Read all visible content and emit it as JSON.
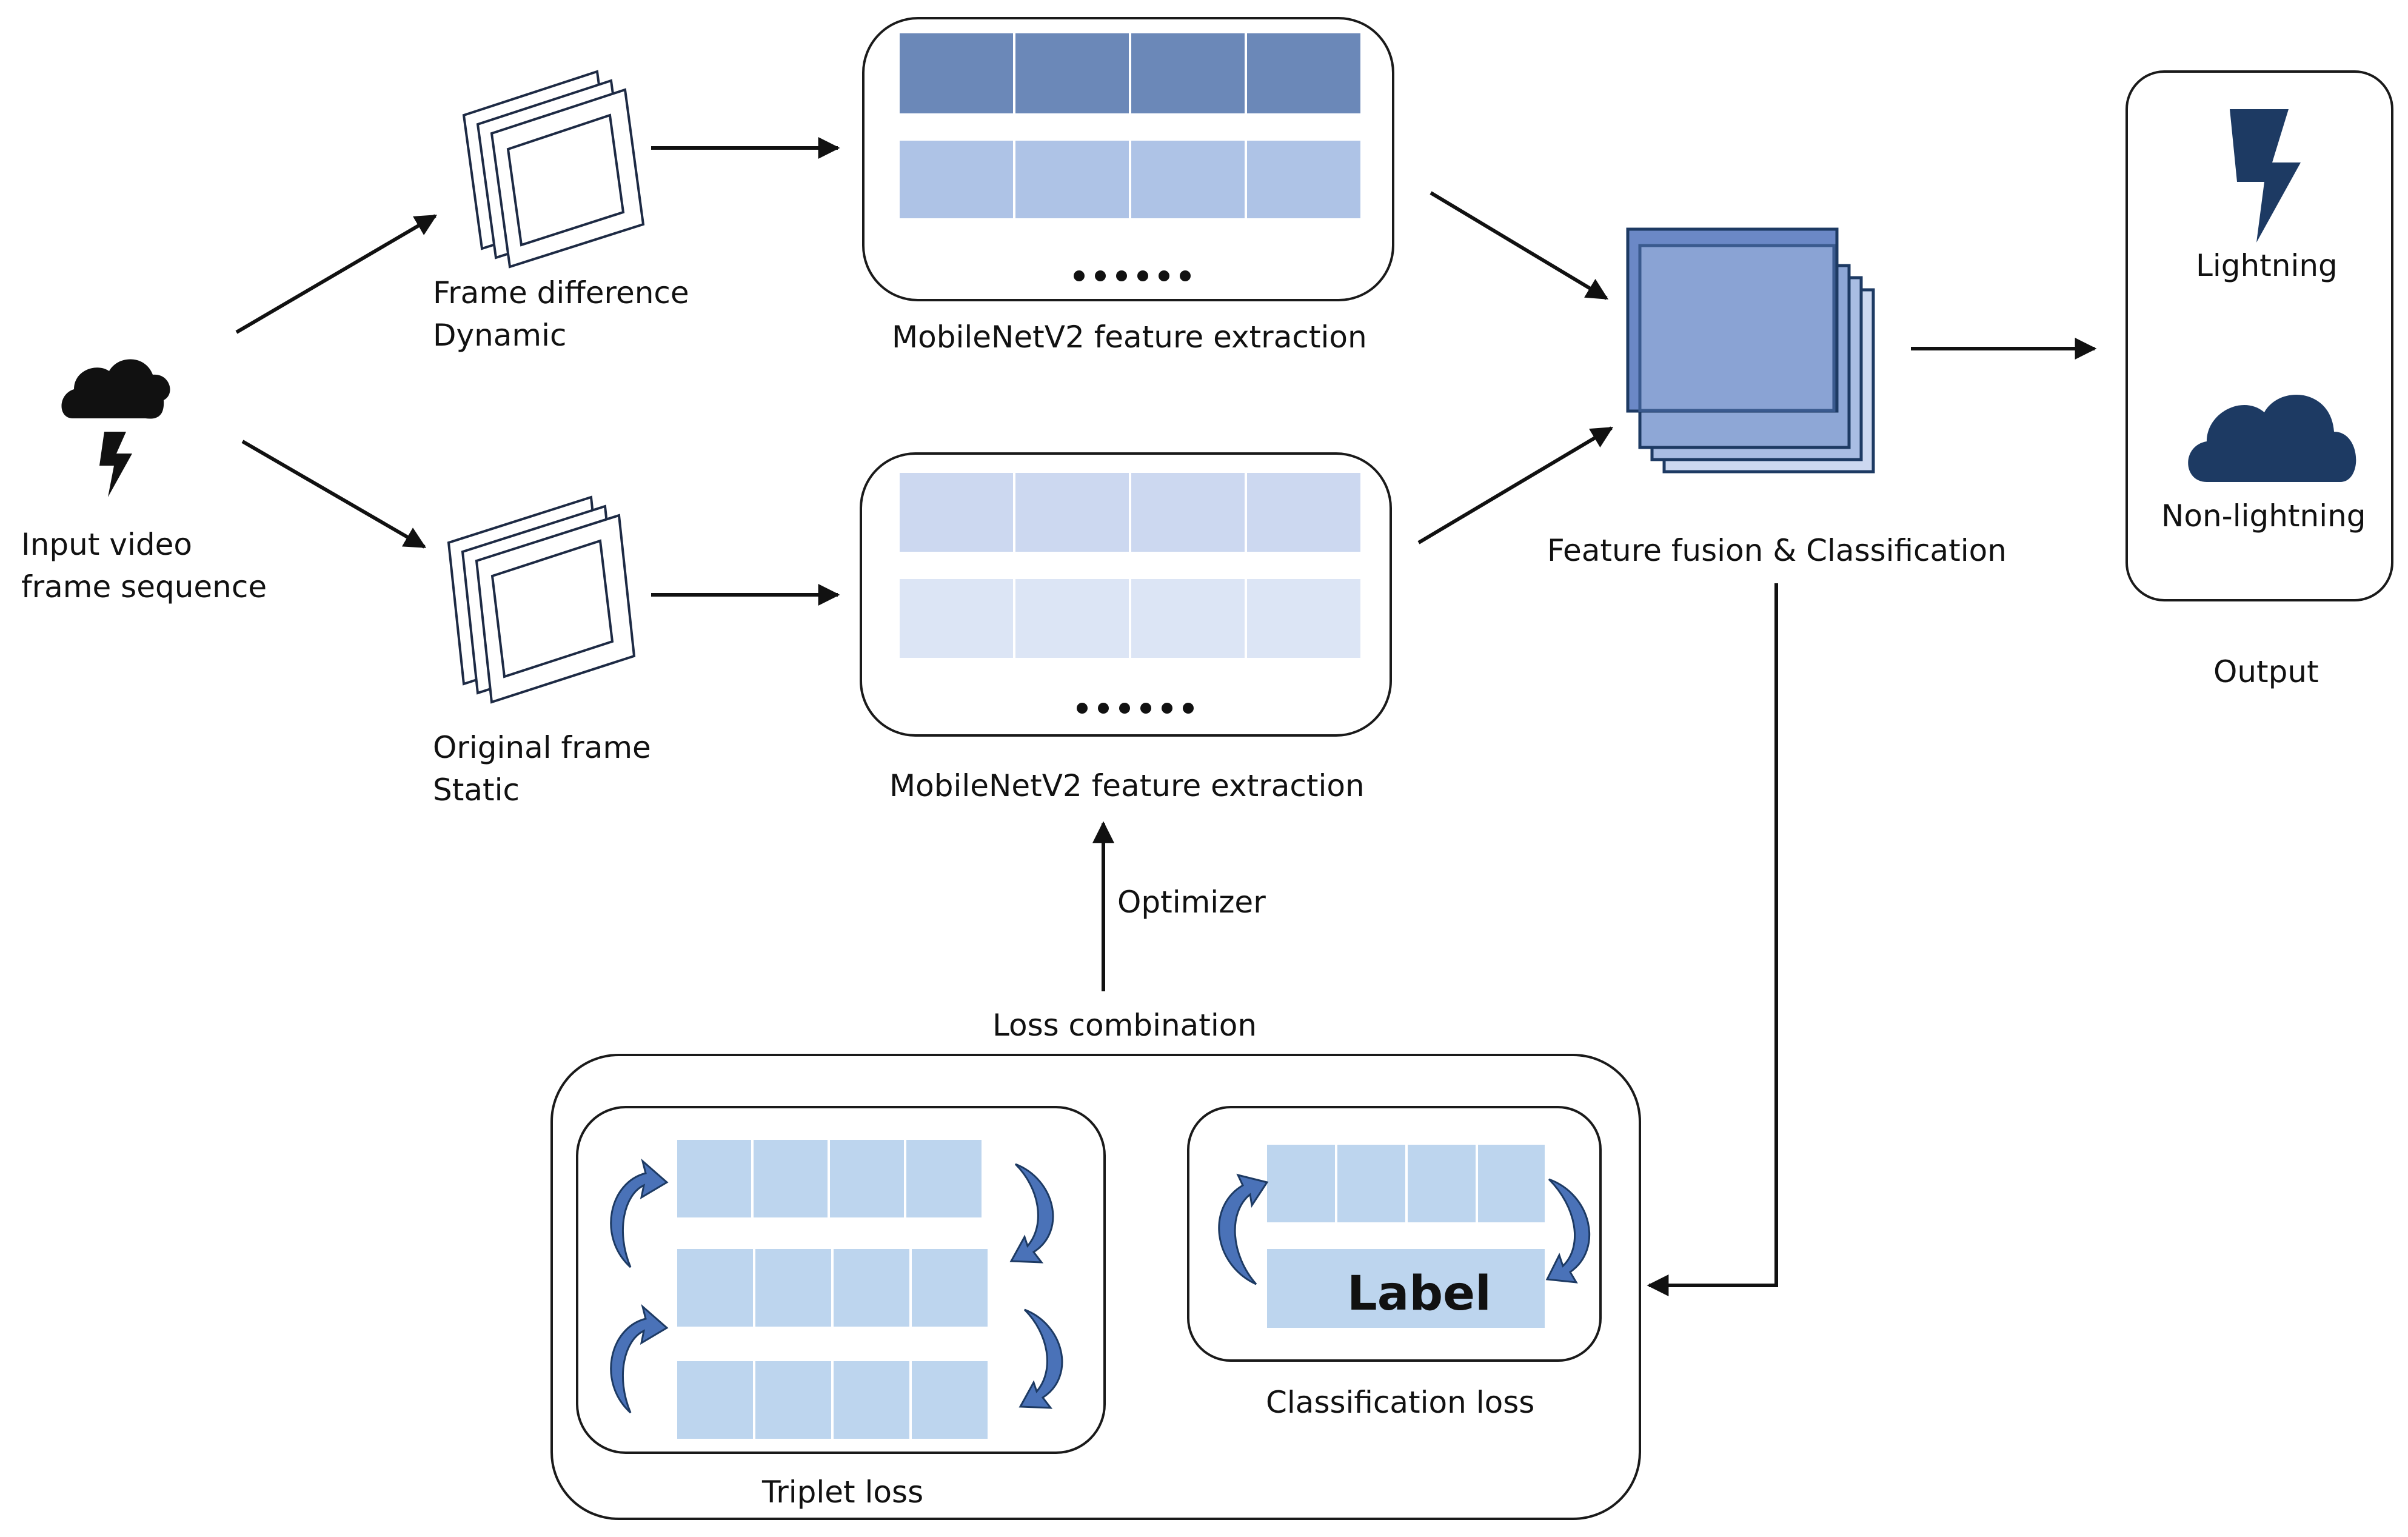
{
  "input": {
    "label_line1": "Input video",
    "label_line2": "frame sequence"
  },
  "dynamic_branch": {
    "label_line1": "Frame difference",
    "label_line2": "Dynamic",
    "extractor_label": "MobileNetV2 feature extraction"
  },
  "static_branch": {
    "label_line1": "Original frame",
    "label_line2": "Static",
    "extractor_label": "MobileNetV2 feature extraction"
  },
  "fusion": {
    "label": "Feature fusion & Classification"
  },
  "output": {
    "title": "Output",
    "classes": [
      "Lightning",
      "Non-lightning"
    ]
  },
  "optimizer": {
    "label": "Optimizer"
  },
  "loss": {
    "title": "Loss combination",
    "triplet_label": "Triplet loss",
    "classification_label": "Classification loss",
    "label_text": "Label"
  },
  "colors": {
    "dark_block": "#6b88b8",
    "mid_block": "#aec3e6",
    "light_block": "#ccd8f0",
    "pale_block": "#dce5f5",
    "loss_block": "#bdd5ee",
    "icon_navy": "#1d3a63",
    "arrow_blue": "#4a72b8",
    "stroke": "#1a1a1a"
  }
}
